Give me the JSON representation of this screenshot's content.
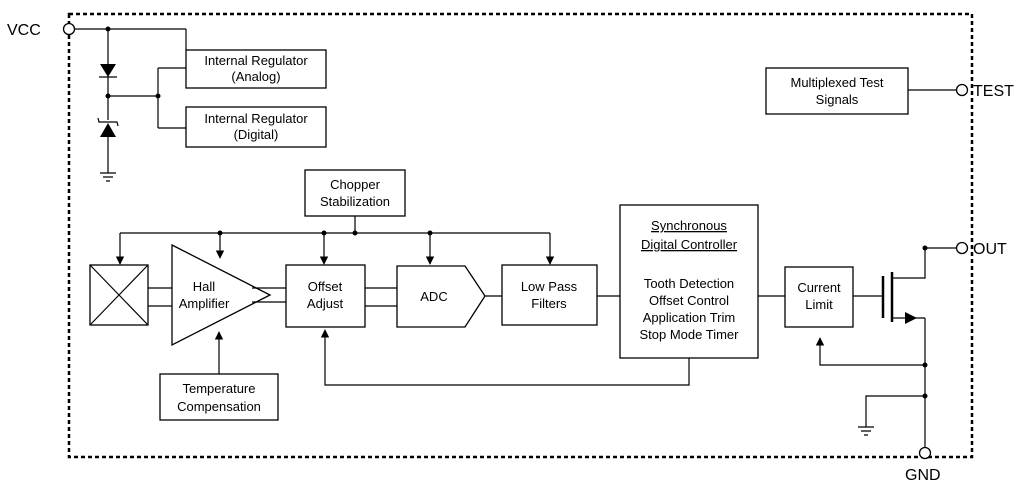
{
  "pins": {
    "vcc": "VCC",
    "test": "TEST",
    "out": "OUT",
    "gnd": "GND"
  },
  "blocks": {
    "reg_analog": [
      "Internal Regulator",
      "(Analog)"
    ],
    "reg_digital": [
      "Internal Regulator",
      "(Digital)"
    ],
    "test_signals": [
      "Multiplexed Test",
      "Signals"
    ],
    "chopper": [
      "Chopper",
      "Stabilization"
    ],
    "hall_amp": [
      "Hall",
      "Amplifier"
    ],
    "offset_adjust": [
      "Offset",
      "Adjust"
    ],
    "adc": "ADC",
    "lpf": [
      "Low Pass",
      "Filters"
    ],
    "controller_title": [
      "Synchronous",
      "Digital Controller"
    ],
    "controller_items": [
      "Tooth Detection",
      "Offset Control",
      "Application Trim",
      "Stop Mode Timer"
    ],
    "current_limit": [
      "Current",
      "Limit"
    ],
    "temp_comp": [
      "Temperature",
      "Compensation"
    ]
  }
}
